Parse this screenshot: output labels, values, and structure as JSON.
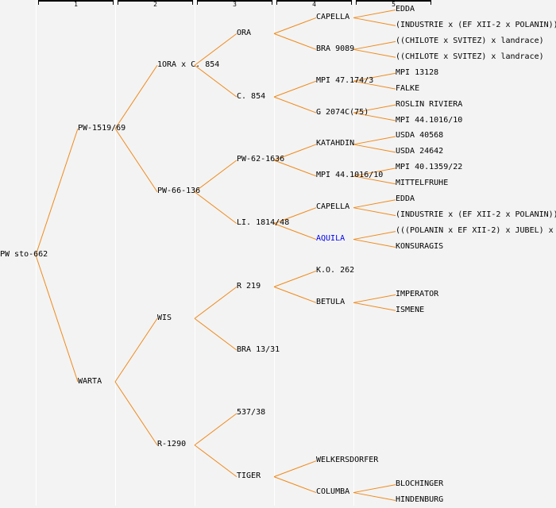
{
  "columns": [
    "1",
    "2",
    "3",
    "4",
    "5"
  ],
  "colors": {
    "edge": "#f08a1a",
    "link": "#0000ee",
    "background": "#f3f3f3"
  },
  "tree": {
    "name": "PW sto-662",
    "children": [
      {
        "name": "PW-1519/69",
        "children": [
          {
            "name": "1ORA x C. 854",
            "children": [
              {
                "name": "ORA",
                "children": [
                  {
                    "name": "CAPELLA",
                    "children": [
                      {
                        "name": "EDDA"
                      },
                      {
                        "name": "(INDUSTRIE x (EF XII-2 x POLANIN))"
                      }
                    ]
                  },
                  {
                    "name": "BRA 9089",
                    "children": [
                      {
                        "name": "((CHILOTE x SVITEZ) x landrace)"
                      },
                      {
                        "name": "((CHILOTE x SVITEZ) x landrace)"
                      }
                    ]
                  }
                ]
              },
              {
                "name": "C. 854",
                "children": [
                  {
                    "name": "MPI 47.174/3",
                    "children": [
                      {
                        "name": "MPI 13128"
                      },
                      {
                        "name": "FALKE"
                      }
                    ]
                  },
                  {
                    "name": "G 2074C(75)",
                    "children": [
                      {
                        "name": "ROSLIN RIVIERA"
                      },
                      {
                        "name": "MPI 44.1016/10"
                      }
                    ]
                  }
                ]
              }
            ]
          },
          {
            "name": "PW-66-136",
            "children": [
              {
                "name": "PW-62-1636",
                "children": [
                  {
                    "name": "KATAHDIN",
                    "children": [
                      {
                        "name": "USDA 40568"
                      },
                      {
                        "name": "USDA 24642"
                      }
                    ]
                  },
                  {
                    "name": "MPI 44.1016/10",
                    "children": [
                      {
                        "name": "MPI 40.1359/22"
                      },
                      {
                        "name": "MITTELFRUHE"
                      }
                    ]
                  }
                ]
              },
              {
                "name": "LI. 1814/48",
                "children": [
                  {
                    "name": "CAPELLA",
                    "children": [
                      {
                        "name": "EDDA"
                      },
                      {
                        "name": "(INDUSTRIE x (EF XII-2 x POLANIN))"
                      }
                    ]
                  },
                  {
                    "name": "AQUILA",
                    "link": true,
                    "children": [
                      {
                        "name": "(((POLANIN x EF XII-2) x JUBEL) x"
                      },
                      {
                        "name": "KONSURAGIS"
                      }
                    ]
                  }
                ]
              }
            ]
          }
        ]
      },
      {
        "name": "WARTA",
        "children": [
          {
            "name": "WIS",
            "children": [
              {
                "name": "R 219",
                "children": [
                  {
                    "name": "K.O. 262"
                  },
                  {
                    "name": "BETULA",
                    "children": [
                      {
                        "name": "IMPERATOR"
                      },
                      {
                        "name": "ISMENE"
                      }
                    ]
                  }
                ]
              },
              {
                "name": "BRA 13/31"
              }
            ]
          },
          {
            "name": "R-1290",
            "children": [
              {
                "name": "537/38"
              },
              {
                "name": "TIGER",
                "children": [
                  {
                    "name": "WELKERSDORFER"
                  },
                  {
                    "name": "COLUMBA",
                    "children": [
                      {
                        "name": "BLOCHINGER"
                      },
                      {
                        "name": "HINDENBURG"
                      }
                    ]
                  }
                ]
              }
            ]
          }
        ]
      }
    ]
  }
}
